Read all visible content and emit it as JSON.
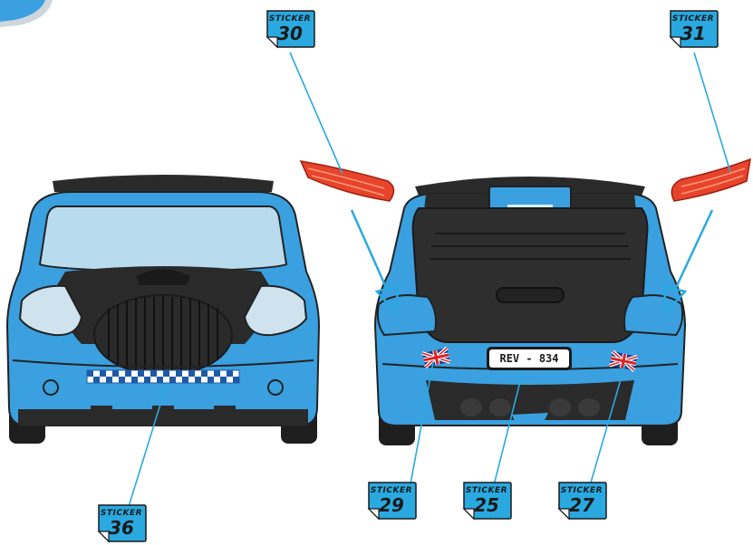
{
  "stickers": [
    {
      "word": "STICKER",
      "num": "30"
    },
    {
      "word": "STICKER",
      "num": "31"
    },
    {
      "word": "STICKER",
      "num": "29"
    },
    {
      "word": "STICKER",
      "num": "25"
    },
    {
      "word": "STICKER",
      "num": "27"
    },
    {
      "word": "STICKER",
      "num": "36"
    }
  ],
  "plate": "REV - 834",
  "colors": {
    "body": "#3aa0e0",
    "dark": "#222222",
    "line": "#29a9e0",
    "light_red": "#e8442c"
  }
}
